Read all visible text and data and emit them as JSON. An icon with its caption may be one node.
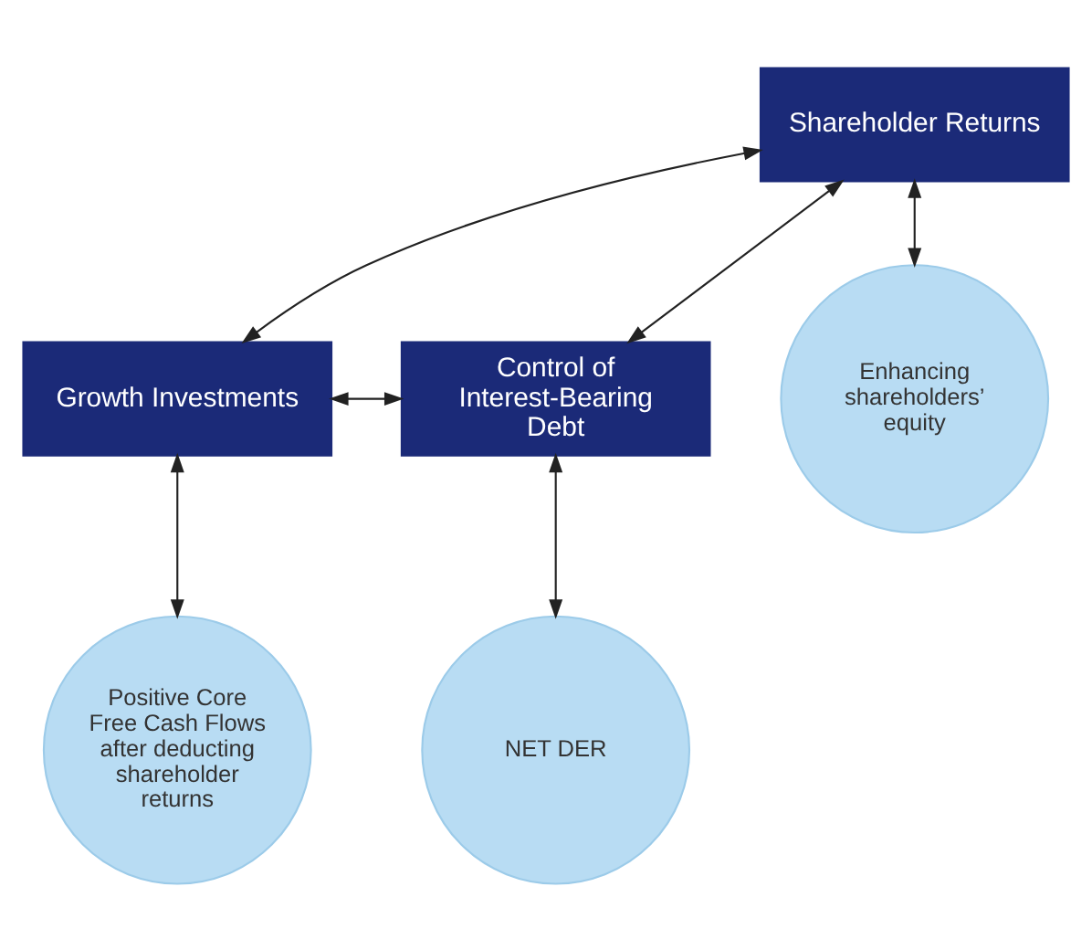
{
  "diagram": {
    "nodes": [
      {
        "text": [
          "Shareholder Returns"
        ]
      },
      {
        "text": [
          "Growth Investments"
        ]
      },
      {
        "text": [
          "Control of Interest-Bearing Debt"
        ]
      },
      {
        "text": [
          "Enhancing shareholders’ equity"
        ]
      },
      {
        "text": [
          "Positive Core Free Cash Flows after deducting shareholder returns"
        ]
      },
      {
        "text": [
          "NET DER"
        ]
      }
    ],
    "edges": [
      {
        "from": 0,
        "to": 3,
        "arrow": "both"
      },
      {
        "from": 0,
        "to": 1,
        "arrow": "both"
      },
      {
        "from": 0,
        "to": 2,
        "arrow": "both"
      },
      {
        "from": 1,
        "to": 4,
        "arrow": "both"
      },
      {
        "from": 2,
        "to": 5,
        "arrow": "both"
      },
      {
        "from": 1,
        "to": 2,
        "arrow": "both"
      }
    ]
  }
}
